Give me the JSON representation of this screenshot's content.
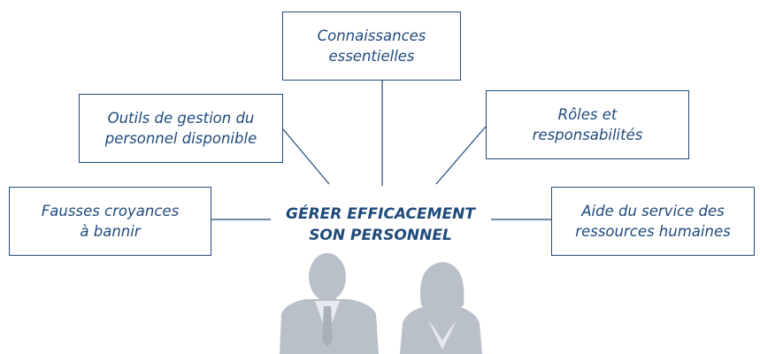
{
  "center_title": "GÉRER EFFICACEMENT\nSON PERSONNEL",
  "nodes": {
    "top": "Connaissances\nessentielles",
    "upper_left": "Outils de gestion du\npersonnel disponible",
    "upper_right": "Rôles et\nresponsabilités",
    "left": "Fausses croyances\nà bannir",
    "right": "Aide du service des\nressources humaines"
  },
  "colors": {
    "accent": "#1f4a7c",
    "silhouette": "#b9c0c9"
  }
}
